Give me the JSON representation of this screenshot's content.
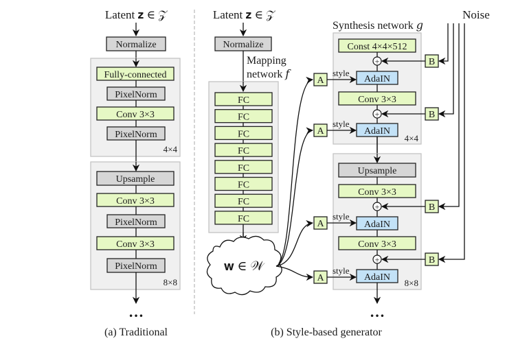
{
  "traditional": {
    "input_label": "Latent 𝐳 ∈ 𝒵",
    "normalize": "Normalize",
    "block4": {
      "layers": [
        "Fully-connected",
        "PixelNorm",
        "Conv 3×3",
        "PixelNorm"
      ],
      "resolution": "4×4"
    },
    "block8": {
      "layers": [
        "Upsample",
        "Conv 3×3",
        "PixelNorm",
        "Conv 3×3",
        "PixelNorm"
      ],
      "resolution": "8×8"
    },
    "ellipsis": "…",
    "caption": "(a) Traditional"
  },
  "style_based": {
    "input_label": "Latent 𝐳 ∈ 𝒵",
    "normalize": "Normalize",
    "mapping_label_1": "Mapping",
    "mapping_label_2": "network 𝑓",
    "fc_layers": [
      "FC",
      "FC",
      "FC",
      "FC",
      "FC",
      "FC",
      "FC",
      "FC"
    ],
    "w_label": "𝐰 ∈ 𝒲",
    "synthesis_label": "Synthesis network 𝑔",
    "noise_label": "Noise",
    "a_label": "A",
    "b_label": "B",
    "style_label": "style",
    "plus": "+",
    "block4": {
      "const": "Const 4×4×512",
      "adain": "AdaIN",
      "conv": "Conv 3×3",
      "resolution": "4×4"
    },
    "block8": {
      "upsample": "Upsample",
      "conv": "Conv 3×3",
      "adain": "AdaIN",
      "resolution": "8×8"
    },
    "ellipsis": "…",
    "caption": "(b) Style-based generator"
  }
}
